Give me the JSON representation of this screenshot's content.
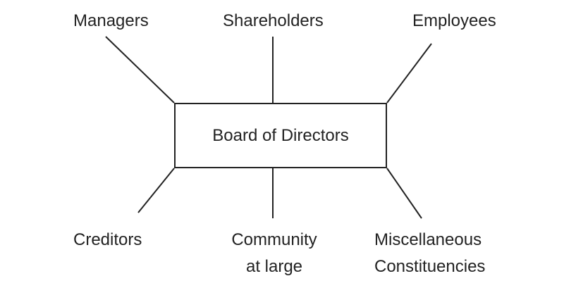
{
  "center": {
    "label": "Board of Directors"
  },
  "stakeholders": {
    "managers": "Managers",
    "shareholders": "Shareholders",
    "employees": "Employees",
    "creditors": "Creditors",
    "community_line1": "Community",
    "community_line2": "at large",
    "misc_line1": "Miscellaneous",
    "misc_line2": "Constituencies"
  },
  "colors": {
    "line": "#222222",
    "text": "#222222",
    "background": "#ffffff"
  }
}
